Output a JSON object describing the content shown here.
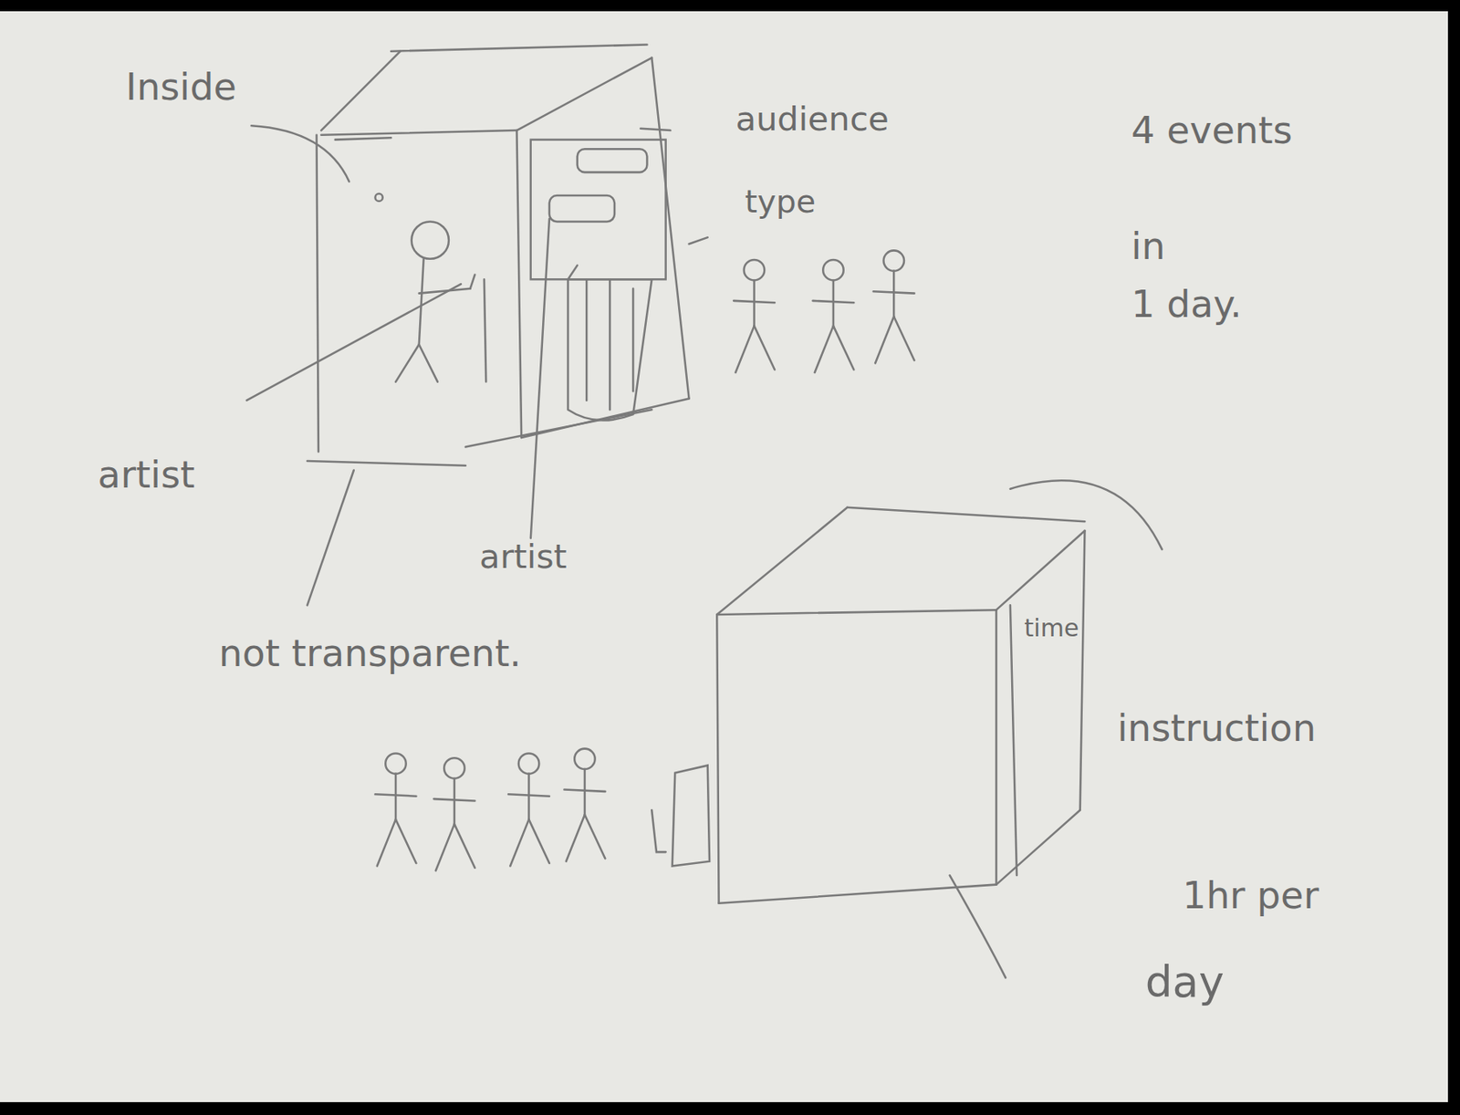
{
  "diagram": {
    "labels": [
      "Inside",
      "audience",
      "type",
      "4 events",
      "in",
      "1 day.",
      "artist",
      "artist",
      "not transparent.",
      "time",
      "instruction",
      "1hr per",
      "day"
    ]
  }
}
